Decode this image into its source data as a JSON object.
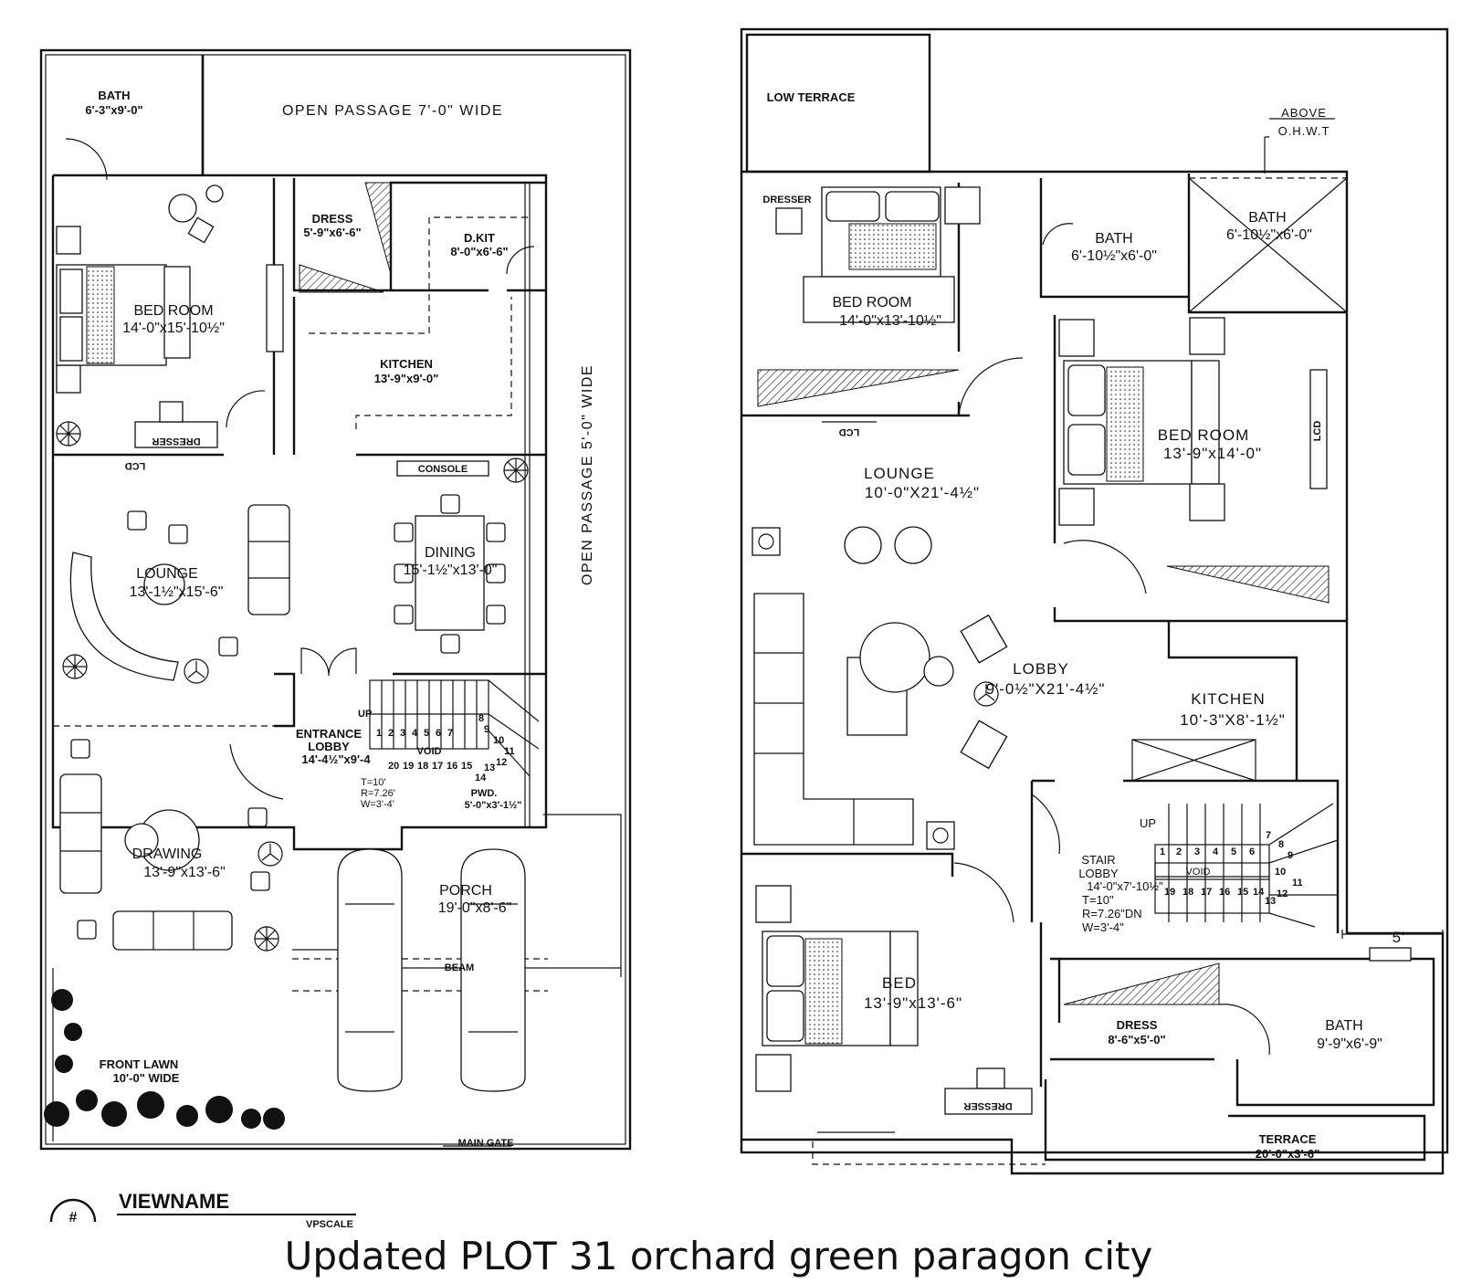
{
  "ground_floor": {
    "bath": {
      "name": "BATH",
      "size": "6'-3\"x9'-0\""
    },
    "open_passage_top": "OPEN PASSAGE 7'-0\" WIDE",
    "open_passage_side": "OPEN PASSAGE 5'-0\" WIDE",
    "dress": {
      "name": "DRESS",
      "size": "5'-9\"x6'-6\""
    },
    "dkit": {
      "name": "D.KIT",
      "size": "8'-0\"x6'-6\""
    },
    "bedroom": {
      "name": "BED ROOM",
      "size": "14'-0\"x15'-10½\""
    },
    "kitchen": {
      "name": "KITCHEN",
      "size": "13'-9\"x9'-0\""
    },
    "dresser": "DRESSER",
    "lcd": "LCD",
    "console": "CONSOLE",
    "lounge": {
      "name": "LOUNGE",
      "size": "13'-1½\"x15'-6\""
    },
    "dining": {
      "name": "DINING",
      "size": "15'-1½\"x13'-0\""
    },
    "entrance_lobby": {
      "line1": "ENTRANCE",
      "line2": "LOBBY",
      "size": "14'-4½\"x9'-4"
    },
    "up": "UP",
    "void": "VOID",
    "stairs_top": [
      "1",
      "2",
      "3",
      "4",
      "5",
      "6",
      "7",
      "8",
      "9",
      "10"
    ],
    "stairs_bottom": [
      "20",
      "19",
      "18",
      "17",
      "16",
      "15",
      "14",
      "13",
      "12",
      "11"
    ],
    "stair_spec": [
      "T=10'",
      "R=7.26'",
      "W=3'-4'"
    ],
    "pwd": {
      "name": "PWD.",
      "size": "5'-0\"x3'-1½\""
    },
    "drawing": {
      "name": "DRAWING",
      "size": "13'-9\"x13'-6\""
    },
    "porch": {
      "name": "PORCH",
      "size": "19'-0\"x8'-6\""
    },
    "beam": "BEAM",
    "front_lawn": {
      "name": "FRONT LAWN",
      "size": "10'-0\" WIDE"
    },
    "main_gate": "MAIN GATE"
  },
  "first_floor": {
    "low_terrace": "LOW TERRACE",
    "above": "ABOVE",
    "ohwt": "O.H.W.T",
    "dresser": "DRESSER",
    "bedroom1": {
      "name": "BED ROOM",
      "size": "14'-0\"x13'-10½\""
    },
    "bath1": {
      "name": "BATH",
      "size": "6'-10½\"x6'-0\""
    },
    "bath2": {
      "name": "BATH",
      "size": "6'-10½\"x6'-0\""
    },
    "bedroom2": {
      "name": "BED ROOM",
      "size": "13'-9\"x14'-0\""
    },
    "lcd": "LCD",
    "lounge": {
      "name": "LOUNGE",
      "size": "10'-0\"X21'-4½\""
    },
    "lobby": {
      "name": "LOBBY",
      "size": "9'-0½\"X21'-4½\""
    },
    "kitchen": {
      "name": "KITCHEN",
      "size": "10'-3\"X8'-1½\""
    },
    "up": "UP",
    "void": "VOID",
    "stairs_top": [
      "1",
      "2",
      "3",
      "4",
      "5",
      "6",
      "7",
      "8",
      "9",
      "10"
    ],
    "stairs_bottom": [
      "19",
      "18",
      "17",
      "16",
      "15",
      "14",
      "13",
      "12",
      "11"
    ],
    "stair_lobby": {
      "line1": "STAIR",
      "line2": "LOBBY",
      "size": "14'-0\"x7'-10½\""
    },
    "stair_spec": [
      "T=10\"",
      "R=7.26\"DN",
      "W=3'-4\""
    ],
    "dim_5": "5'",
    "bed3": {
      "name": "BED",
      "size": "13'-9\"x13'-6\""
    },
    "dress": {
      "name": "DRESS",
      "size": "8'-6\"x5'-0\""
    },
    "bath3": {
      "name": "BATH",
      "size": "9'-9\"x6'-9\""
    },
    "terrace": {
      "name": "TERRACE",
      "size": "20'-0\"x3'-6\""
    }
  },
  "title_block": {
    "marker": "#",
    "viewname": "VIEWNAME",
    "vpscale": "VPSCALE"
  },
  "caption": "Updated PLOT 31 orchard green paragon city"
}
